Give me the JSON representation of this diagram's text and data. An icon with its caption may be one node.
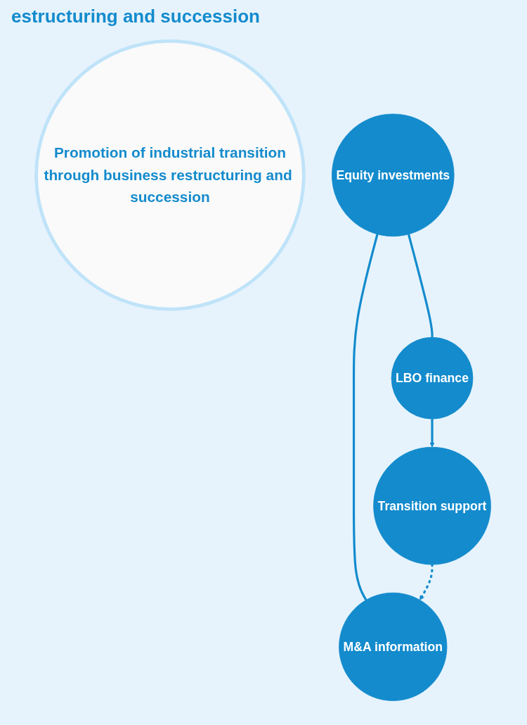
{
  "diagram": {
    "nodes": [
      {
        "text": [
          "Promotion of industrial transition",
          "through business restructuring and succession"
        ]
      },
      {
        "text": [
          "M&A information"
        ]
      },
      {
        "text": [
          "Equity investments"
        ]
      },
      {
        "text": [
          "LBO finance"
        ]
      },
      {
        "text": [
          "Transition support"
        ]
      }
    ],
    "edges": [
      {
        "from": 2,
        "to": 1,
        "arrow": "none"
      },
      {
        "from": 2,
        "to": 3,
        "arrow": "none"
      },
      {
        "from": 3,
        "to": 4,
        "arrow": "to"
      },
      {
        "from": 4,
        "to": 1,
        "arrow": "to",
        "style": "dashed"
      }
    ],
    "labels": [
      "estructuring and succession"
    ]
  }
}
